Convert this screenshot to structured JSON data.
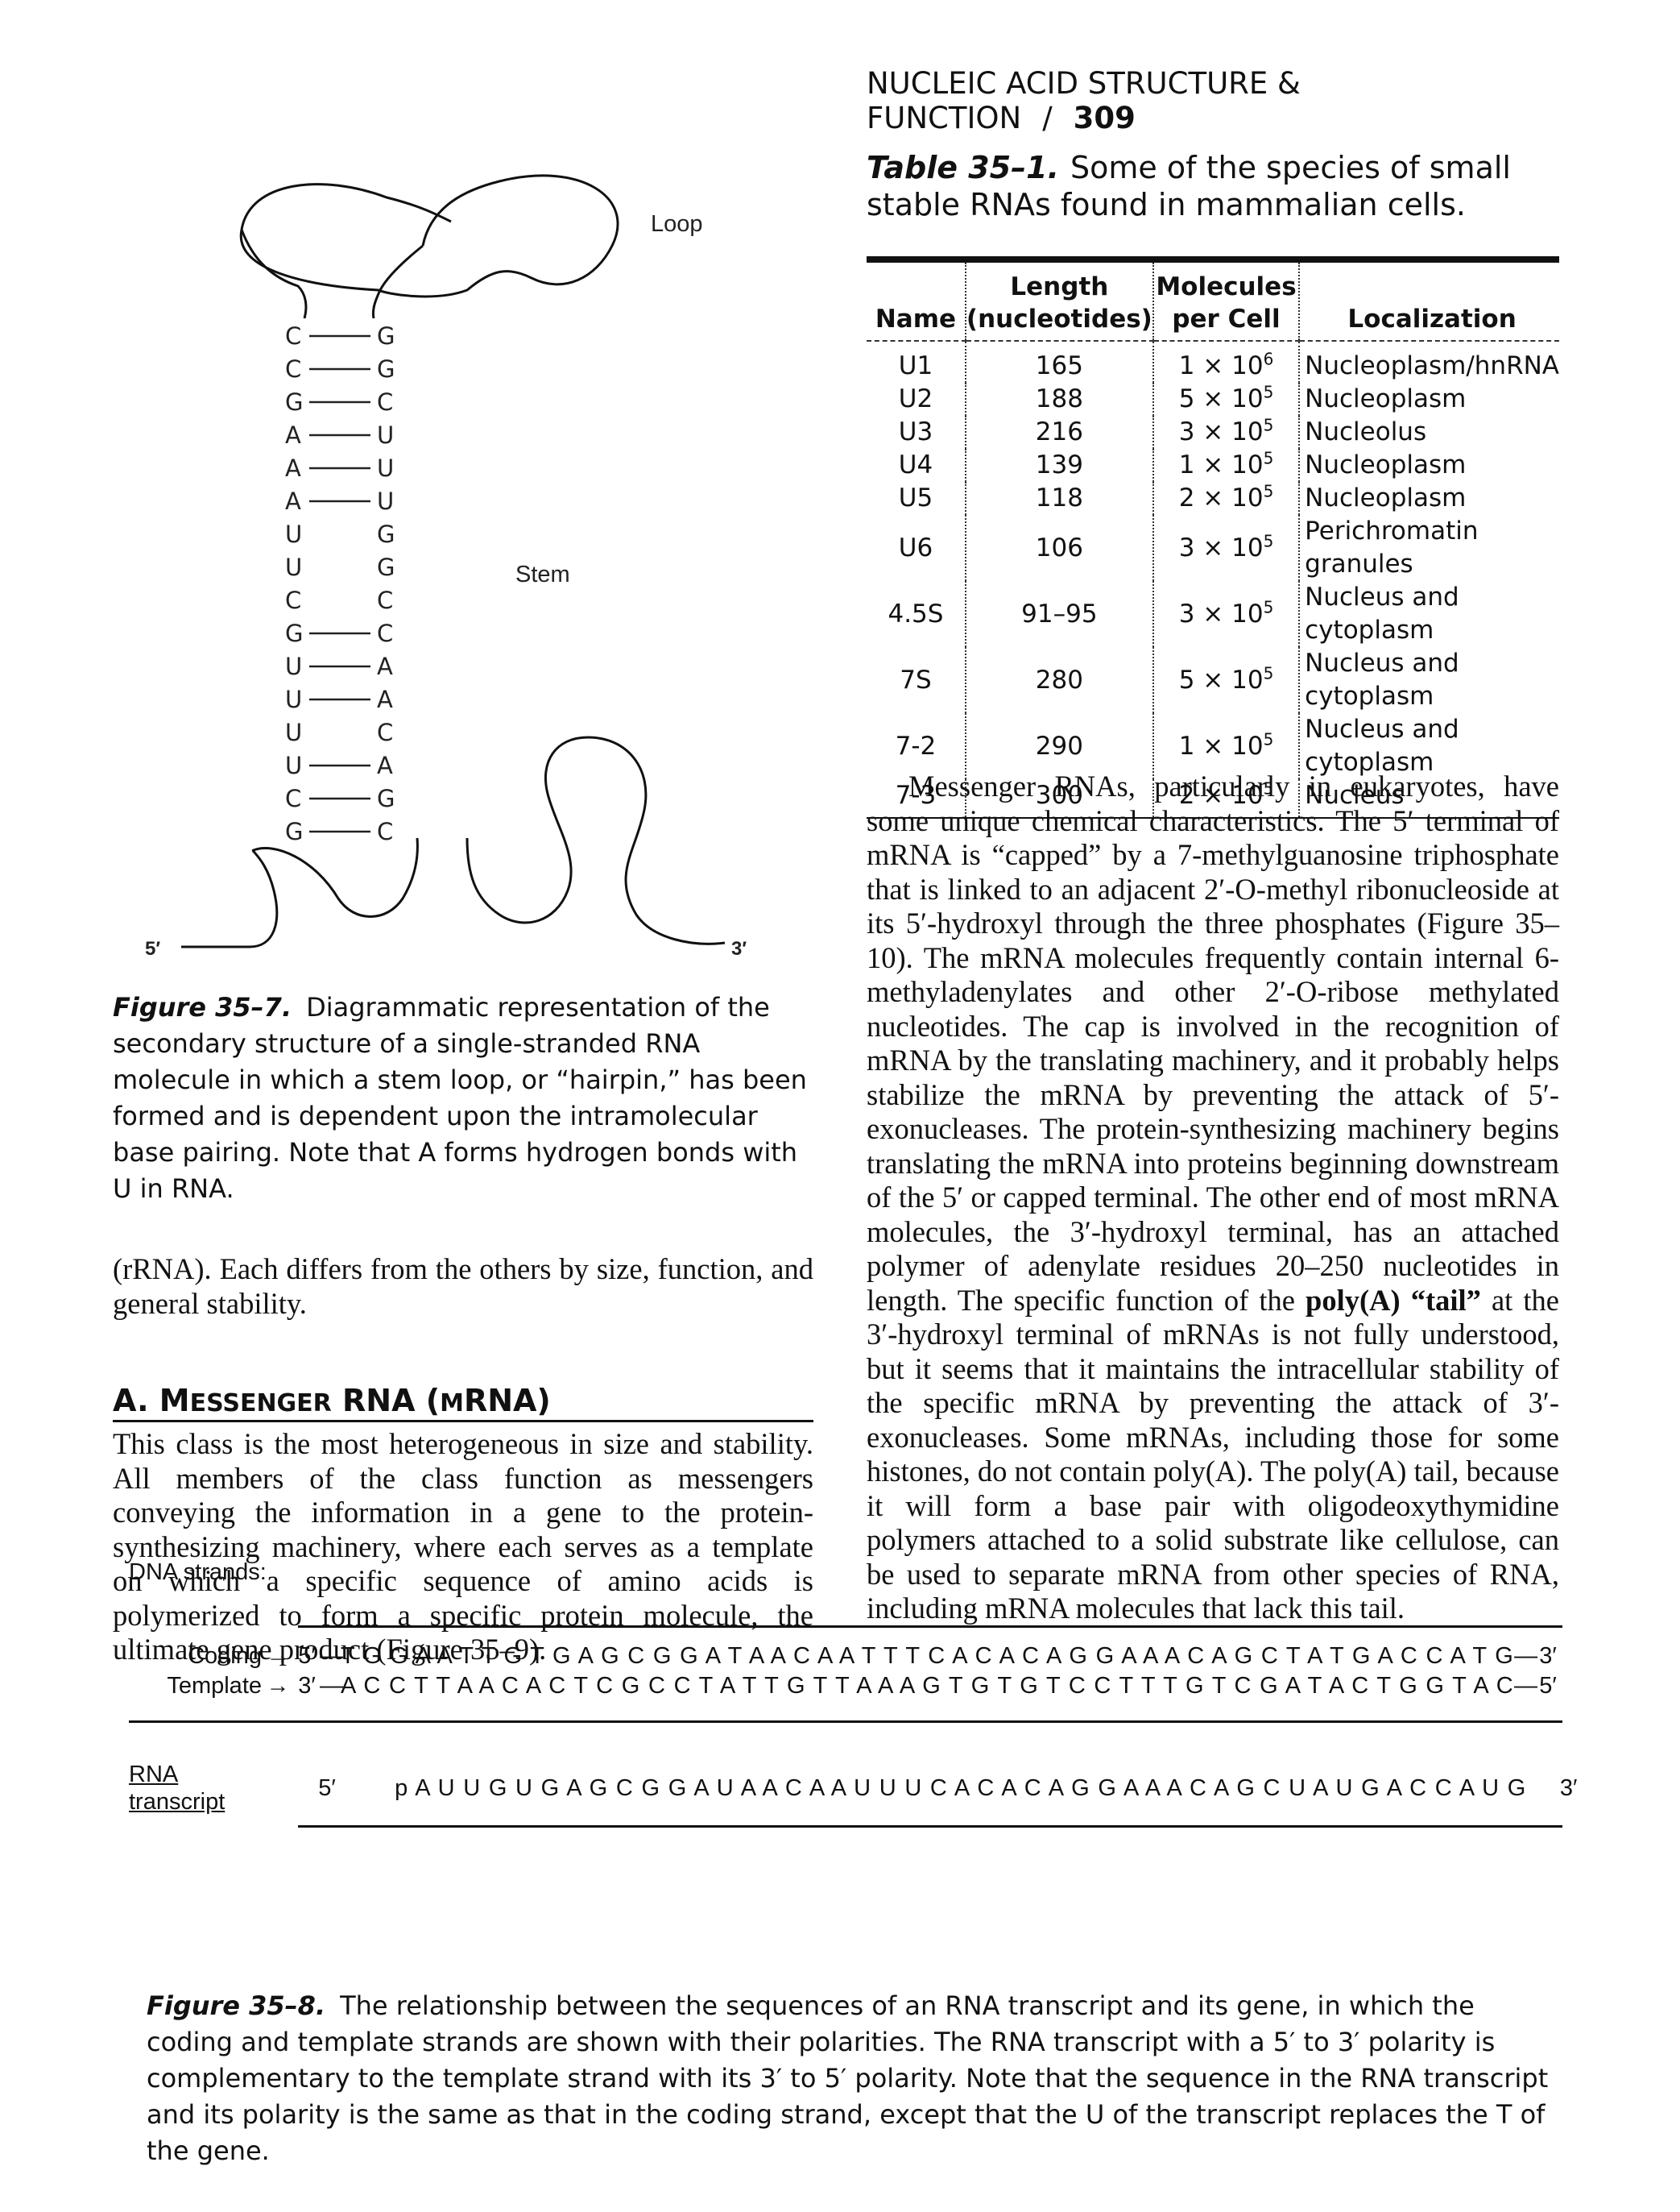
{
  "running_head": {
    "title": "NUCLEIC ACID STRUCTURE & FUNCTION",
    "separator": "/",
    "page_number": "309"
  },
  "figure_35_7": {
    "loop_label": "Loop",
    "stem_label": "Stem",
    "five_prime": "5′",
    "three_prime": "3′",
    "base_pairs": [
      {
        "left": "C",
        "right": "G",
        "paired": true
      },
      {
        "left": "C",
        "right": "G",
        "paired": true
      },
      {
        "left": "G",
        "right": "C",
        "paired": true
      },
      {
        "left": "A",
        "right": "U",
        "paired": true
      },
      {
        "left": "A",
        "right": "U",
        "paired": true
      },
      {
        "left": "A",
        "right": "U",
        "paired": true
      },
      {
        "left": "U",
        "right": "G",
        "paired": false
      },
      {
        "left": "U",
        "right": "G",
        "paired": false
      },
      {
        "left": "C",
        "right": "C",
        "paired": false
      },
      {
        "left": "G",
        "right": "C",
        "paired": true
      },
      {
        "left": "U",
        "right": "A",
        "paired": true
      },
      {
        "left": "U",
        "right": "A",
        "paired": true
      },
      {
        "left": "U",
        "right": "C",
        "paired": false
      },
      {
        "left": "U",
        "right": "A",
        "paired": true
      },
      {
        "left": "C",
        "right": "G",
        "paired": true
      },
      {
        "left": "G",
        "right": "C",
        "paired": true
      }
    ],
    "caption_number": "Figure 35–7.",
    "caption_text": "Diagrammatic representation of the secondary structure of a single-stranded RNA molecule in which a stem loop, or “hairpin,” has been formed and is dependent upon the intramolecular base pairing. Note that A forms hydrogen bonds with U in RNA."
  },
  "table_35_1": {
    "number": "Table 35–1.",
    "title": "Some of the species of small stable RNAs found in mammalian cells.",
    "headers": {
      "name": "Name",
      "length_1": "Length",
      "length_2": "(nucleotides)",
      "molecules_1": "Molecules",
      "molecules_2": "per Cell",
      "localization": "Localization"
    },
    "rows": [
      {
        "name": "U1",
        "length": "165",
        "mantissa": "1",
        "exponent": "6",
        "localization": "Nucleoplasm/hnRNA"
      },
      {
        "name": "U2",
        "length": "188",
        "mantissa": "5",
        "exponent": "5",
        "localization": "Nucleoplasm"
      },
      {
        "name": "U3",
        "length": "216",
        "mantissa": "3",
        "exponent": "5",
        "localization": "Nucleolus"
      },
      {
        "name": "U4",
        "length": "139",
        "mantissa": "1",
        "exponent": "5",
        "localization": "Nucleoplasm"
      },
      {
        "name": "U5",
        "length": "118",
        "mantissa": "2",
        "exponent": "5",
        "localization": "Nucleoplasm"
      },
      {
        "name": "U6",
        "length": "106",
        "mantissa": "3",
        "exponent": "5",
        "localization": "Perichromatin granules"
      },
      {
        "name": "4.5S",
        "length": "91–95",
        "mantissa": "3",
        "exponent": "5",
        "localization": "Nucleus and cytoplasm"
      },
      {
        "name": "7S",
        "length": "280",
        "mantissa": "5",
        "exponent": "5",
        "localization": "Nucleus and cytoplasm"
      },
      {
        "name": "7-2",
        "length": "290",
        "mantissa": "1",
        "exponent": "5",
        "localization": "Nucleus and cytoplasm"
      },
      {
        "name": "7-3",
        "length": "300",
        "mantissa": "2",
        "exponent": "5",
        "localization": "Nucleus"
      }
    ]
  },
  "mrna_paragraph": {
    "part1": "Messenger RNAs, particularly in eukaryotes, have some unique chemical characteristics. The 5′ terminal of mRNA is “capped” by a 7-methylguanosine triphosphate that is linked to an adjacent 2′-O-methyl ribonucleoside at its 5′-hydroxyl through the three phosphates (Figure 35–10). The mRNA molecules frequently contain internal 6-methyladenylates and other 2′-O-ribose methylated nucleotides. The cap is involved in the recognition of mRNA by the translating machinery, and it probably helps stabilize the mRNA by preventing the attack of 5′-exonucleases. The protein-synthesizing machinery begins translating the mRNA into proteins beginning downstream of the 5′ or capped terminal. The other end of most mRNA molecules, the 3′-hydroxyl terminal, has an attached polymer of adenylate residues 20–250 nucleotides in length. The specific function of the",
    "bold": "poly(A) “tail”",
    "part2": "at the 3′-hydroxyl terminal of mRNAs is not fully understood, but it seems that it maintains the intracellular stability of the specific mRNA by preventing the attack of 3′-exonucleases. Some mRNAs, including those for some histones, do not contain poly(A). The poly(A) tail, because it will form a base pair with oligodeoxythymidine polymers attached to a solid substrate like cellulose, can be used to separate mRNA from other species of RNA, including mRNA molecules that lack this tail."
  },
  "rrna_paragraph": "(rRNA). Each differs from the others by size, function, and general stability.",
  "section": {
    "prefix": "A. M",
    "word1_rest": "ESSENGER",
    "rna": " RNA (",
    "m": "M",
    "rna2": "RNA)"
  },
  "class_paragraph": "This class is the most heterogeneous in size and stability. All members of the class function as messengers conveying the information in a gene to the protein-synthesizing machinery, where each serves as a template on which a specific sequence of amino acids is polymerized to form a specific protein molecule, the ultimate gene product (Figure 35–9).",
  "figure_35_8": {
    "dna_label": "DNA strands:",
    "coding_label": "Coding",
    "template_label": "Template",
    "arrow": "→",
    "coding_5": "5′",
    "coding_seq": "T G G A A T T G T G A G C G G A T A A C A A T T T C A C A C A G G A A A C A G C T A T G A C C A T G",
    "coding_3": "3′",
    "template_3": "3′",
    "template_seq": "A C C T T A A C A C T C G C C T A T T G T T A A A G T G T G T C C T T T G T C G A T A C T G G T A C",
    "template_5": "5′",
    "rna_label_1": "RNA",
    "rna_label_2": "transcript",
    "rna_5": "5′",
    "rna_seq": "p A U U G U G A G C G G A U A A C A A U U U C A C A C A G G A A A C A G C U A U G A C C A U G",
    "rna_3": "3′",
    "caption_number": "Figure 35–8.",
    "caption_text": "The relationship between the sequences of an RNA transcript and its gene, in which the coding and template strands are shown with their polarities. The RNA transcript with a 5′ to 3′ polarity is complementary to the template strand with its 3′ to 5′ polarity. Note that the sequence in the RNA transcript and its polarity is the same as that in the coding strand, except that the U of the transcript replaces the T of the gene."
  }
}
